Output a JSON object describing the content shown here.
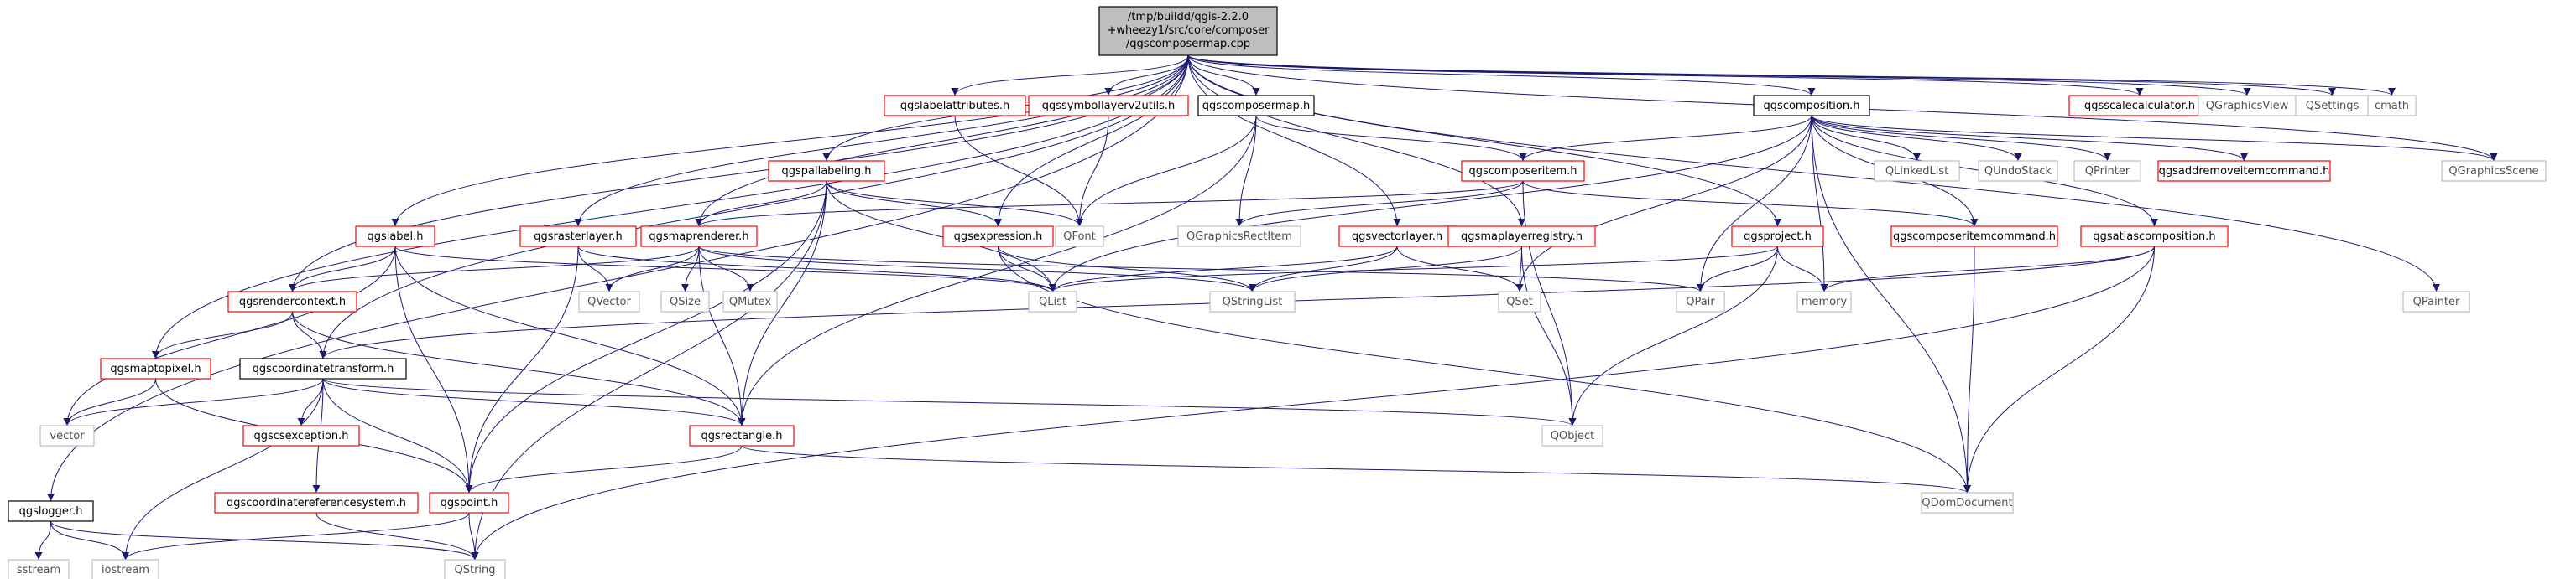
{
  "nodes": [
    {
      "id": "root",
      "lines": [
        "/tmp/buildd/qgis-2.2.0",
        "+wheezy1/src/core/composer",
        "/qgscomposermap.cpp"
      ],
      "kind": "root"
    },
    {
      "id": "qgslabelattributes",
      "lines": [
        "qgslabelattributes.h"
      ],
      "kind": "red"
    },
    {
      "id": "qgssymbollayerv2utils",
      "lines": [
        "qgssymbollayerv2utils.h"
      ],
      "kind": "red"
    },
    {
      "id": "qgscomposermap",
      "lines": [
        "qgscomposermap.h"
      ],
      "kind": "black"
    },
    {
      "id": "qgscomposition",
      "lines": [
        "qgscomposition.h"
      ],
      "kind": "black"
    },
    {
      "id": "qgsscalecalculator",
      "lines": [
        "qgsscalecalculator.h"
      ],
      "kind": "red"
    },
    {
      "id": "QGraphicsView",
      "lines": [
        "QGraphicsView"
      ],
      "kind": "gray"
    },
    {
      "id": "QSettings",
      "lines": [
        "QSettings"
      ],
      "kind": "gray"
    },
    {
      "id": "cmath",
      "lines": [
        "cmath"
      ],
      "kind": "gray"
    },
    {
      "id": "qgspallabeling",
      "lines": [
        "qgspallabeling.h"
      ],
      "kind": "red"
    },
    {
      "id": "qgscomposeritem",
      "lines": [
        "qgscomposeritem.h"
      ],
      "kind": "red"
    },
    {
      "id": "QLinkedList",
      "lines": [
        "QLinkedList"
      ],
      "kind": "gray"
    },
    {
      "id": "QUndoStack",
      "lines": [
        "QUndoStack"
      ],
      "kind": "gray"
    },
    {
      "id": "QPrinter",
      "lines": [
        "QPrinter"
      ],
      "kind": "gray"
    },
    {
      "id": "qgsaddremoveitemcommand",
      "lines": [
        "qgsaddremoveitemcommand.h"
      ],
      "kind": "red"
    },
    {
      "id": "QGraphicsScene",
      "lines": [
        "QGraphicsScene"
      ],
      "kind": "gray"
    },
    {
      "id": "qgslabel",
      "lines": [
        "qgslabel.h"
      ],
      "kind": "red"
    },
    {
      "id": "qgsrasterlayer",
      "lines": [
        "qgsrasterlayer.h"
      ],
      "kind": "red"
    },
    {
      "id": "qgsmaprenderer",
      "lines": [
        "qgsmaprenderer.h"
      ],
      "kind": "red"
    },
    {
      "id": "qgsexpression",
      "lines": [
        "qgsexpression.h"
      ],
      "kind": "red"
    },
    {
      "id": "QFont",
      "lines": [
        "QFont"
      ],
      "kind": "gray"
    },
    {
      "id": "QGraphicsRectItem",
      "lines": [
        "QGraphicsRectItem"
      ],
      "kind": "gray"
    },
    {
      "id": "qgsvectorlayer",
      "lines": [
        "qgsvectorlayer.h"
      ],
      "kind": "red"
    },
    {
      "id": "qgsmaplayerregistry",
      "lines": [
        "qgsmaplayerregistry.h"
      ],
      "kind": "red"
    },
    {
      "id": "qgsproject",
      "lines": [
        "qgsproject.h"
      ],
      "kind": "red"
    },
    {
      "id": "qgscomposeritemcommand",
      "lines": [
        "qgscomposeritemcommand.h"
      ],
      "kind": "red"
    },
    {
      "id": "qgsatlascomposition",
      "lines": [
        "qgsatlascomposition.h"
      ],
      "kind": "red"
    },
    {
      "id": "QVector",
      "lines": [
        "QVector"
      ],
      "kind": "gray"
    },
    {
      "id": "QSize",
      "lines": [
        "QSize"
      ],
      "kind": "gray"
    },
    {
      "id": "QMutex",
      "lines": [
        "QMutex"
      ],
      "kind": "gray"
    },
    {
      "id": "QList",
      "lines": [
        "QList"
      ],
      "kind": "gray"
    },
    {
      "id": "QStringList",
      "lines": [
        "QStringList"
      ],
      "kind": "gray"
    },
    {
      "id": "QSet",
      "lines": [
        "QSet"
      ],
      "kind": "gray"
    },
    {
      "id": "QPair",
      "lines": [
        "QPair"
      ],
      "kind": "gray"
    },
    {
      "id": "memory",
      "lines": [
        "memory"
      ],
      "kind": "gray"
    },
    {
      "id": "QPainter",
      "lines": [
        "QPainter"
      ],
      "kind": "gray"
    },
    {
      "id": "qgsrendercontext",
      "lines": [
        "qgsrendercontext.h"
      ],
      "kind": "red"
    },
    {
      "id": "qgsmaptopixel",
      "lines": [
        "qgsmaptopixel.h"
      ],
      "kind": "red"
    },
    {
      "id": "qgscoordinatetransform",
      "lines": [
        "qgscoordinatetransform.h"
      ],
      "kind": "black"
    },
    {
      "id": "vector",
      "lines": [
        "vector"
      ],
      "kind": "gray"
    },
    {
      "id": "qgscsexception",
      "lines": [
        "qgscsexception.h"
      ],
      "kind": "red"
    },
    {
      "id": "qgsrectangle",
      "lines": [
        "qgsrectangle.h"
      ],
      "kind": "red"
    },
    {
      "id": "QObject",
      "lines": [
        "QObject"
      ],
      "kind": "gray"
    },
    {
      "id": "qgscoordinatereferencesystem",
      "lines": [
        "qgscoordinatereferencesystem.h"
      ],
      "kind": "red"
    },
    {
      "id": "qgspoint",
      "lines": [
        "qgspoint.h"
      ],
      "kind": "red"
    },
    {
      "id": "QDomDocument",
      "lines": [
        "QDomDocument"
      ],
      "kind": "gray"
    },
    {
      "id": "qgslogger",
      "lines": [
        "qgslogger.h"
      ],
      "kind": "black"
    },
    {
      "id": "sstream",
      "lines": [
        "sstream"
      ],
      "kind": "gray"
    },
    {
      "id": "iostream",
      "lines": [
        "iostream"
      ],
      "kind": "gray"
    },
    {
      "id": "QString",
      "lines": [
        "QString"
      ],
      "kind": "gray"
    }
  ],
  "edges": [
    [
      "root",
      "qgslabelattributes"
    ],
    [
      "root",
      "qgssymbollayerv2utils"
    ],
    [
      "root",
      "qgscomposermap"
    ],
    [
      "root",
      "qgscomposition"
    ],
    [
      "root",
      "qgsscalecalculator"
    ],
    [
      "root",
      "QGraphicsView"
    ],
    [
      "root",
      "QSettings"
    ],
    [
      "root",
      "cmath"
    ],
    [
      "root",
      "qgspallabeling"
    ],
    [
      "root",
      "qgslabel"
    ],
    [
      "root",
      "qgsrasterlayer"
    ],
    [
      "root",
      "qgsmaprenderer"
    ],
    [
      "root",
      "qgsexpression"
    ],
    [
      "root",
      "qgsvectorlayer"
    ],
    [
      "root",
      "qgsmaplayerregistry"
    ],
    [
      "root",
      "qgsproject"
    ],
    [
      "root",
      "qgsrendercontext"
    ],
    [
      "root",
      "qgsmaptopixel"
    ],
    [
      "root",
      "qgscoordinatetransform"
    ],
    [
      "root",
      "qgslogger"
    ],
    [
      "root",
      "QGraphicsScene"
    ],
    [
      "root",
      "QPainter"
    ],
    [
      "qgslabelattributes",
      "QFont"
    ],
    [
      "qgssymbollayerv2utils",
      "QFont"
    ],
    [
      "qgscomposermap",
      "qgscomposeritem"
    ],
    [
      "qgscomposermap",
      "QGraphicsRectItem"
    ],
    [
      "qgscomposermap",
      "QFont"
    ],
    [
      "qgscomposermap",
      "qgsrectangle"
    ],
    [
      "qgscomposition",
      "qgscomposeritem"
    ],
    [
      "qgscomposition",
      "QLinkedList"
    ],
    [
      "qgscomposition",
      "QUndoStack"
    ],
    [
      "qgscomposition",
      "QPrinter"
    ],
    [
      "qgscomposition",
      "qgsaddremoveitemcommand"
    ],
    [
      "qgscomposition",
      "QGraphicsScene"
    ],
    [
      "qgscomposition",
      "qgscomposeritemcommand"
    ],
    [
      "qgscomposition",
      "qgsatlascomposition"
    ],
    [
      "qgscomposition",
      "QList"
    ],
    [
      "qgscomposition",
      "QSet"
    ],
    [
      "qgscomposition",
      "QPair"
    ],
    [
      "qgscomposition",
      "memory"
    ],
    [
      "qgscomposition",
      "QDomDocument"
    ],
    [
      "qgspallabeling",
      "qgsmaprenderer"
    ],
    [
      "qgspallabeling",
      "qgsexpression"
    ],
    [
      "qgspallabeling",
      "QFont"
    ],
    [
      "qgspallabeling",
      "QList"
    ],
    [
      "qgspallabeling",
      "qgspoint"
    ],
    [
      "qgspallabeling",
      "qgsrectangle"
    ],
    [
      "qgspallabeling",
      "QString"
    ],
    [
      "qgscomposeritem",
      "qgsmaprenderer"
    ],
    [
      "qgscomposeritem",
      "QGraphicsRectItem"
    ],
    [
      "qgscomposeritem",
      "qgscomposeritemcommand"
    ],
    [
      "qgscomposeritem",
      "QObject"
    ],
    [
      "qgslabel",
      "qgsrendercontext"
    ],
    [
      "qgslabel",
      "QList"
    ],
    [
      "qgslabel",
      "vector"
    ],
    [
      "qgslabel",
      "qgspoint"
    ],
    [
      "qgslabel",
      "qgsrectangle"
    ],
    [
      "qgsrasterlayer",
      "QVector"
    ],
    [
      "qgsrasterlayer",
      "QList"
    ],
    [
      "qgsrasterlayer",
      "qgspoint"
    ],
    [
      "qgsmaprenderer",
      "qgsrendercontext"
    ],
    [
      "qgsmaprenderer",
      "QVector"
    ],
    [
      "qgsmaprenderer",
      "QSize"
    ],
    [
      "qgsmaprenderer",
      "QMutex"
    ],
    [
      "qgsmaprenderer",
      "QStringList"
    ],
    [
      "qgsmaprenderer",
      "qgsrectangle"
    ],
    [
      "qgsmaprenderer",
      "QPair"
    ],
    [
      "qgsexpression",
      "QList"
    ],
    [
      "qgsexpression",
      "QStringList"
    ],
    [
      "qgsexpression",
      "QDomDocument"
    ],
    [
      "qgsvectorlayer",
      "QList"
    ],
    [
      "qgsvectorlayer",
      "QSet"
    ],
    [
      "qgsvectorlayer",
      "QStringList"
    ],
    [
      "qgsmaplayerregistry",
      "QStringList"
    ],
    [
      "qgsmaplayerregistry",
      "QSet"
    ],
    [
      "qgsmaplayerregistry",
      "QObject"
    ],
    [
      "qgsproject",
      "QList"
    ],
    [
      "qgsproject",
      "QPair"
    ],
    [
      "qgsproject",
      "memory"
    ],
    [
      "qgsproject",
      "QObject"
    ],
    [
      "qgscomposeritemcommand",
      "QDomDocument"
    ],
    [
      "qgsatlascomposition",
      "memory"
    ],
    [
      "qgsatlascomposition",
      "QDomDocument"
    ],
    [
      "qgsatlascomposition",
      "QString"
    ],
    [
      "qgsatlascomposition",
      "qgscoordinatetransform"
    ],
    [
      "qgsrendercontext",
      "qgsmaptopixel"
    ],
    [
      "qgsrendercontext",
      "qgscoordinatetransform"
    ],
    [
      "qgsrendercontext",
      "qgsrectangle"
    ],
    [
      "qgsmaptopixel",
      "vector"
    ],
    [
      "qgsmaptopixel",
      "qgspoint"
    ],
    [
      "qgscoordinatetransform",
      "vector"
    ],
    [
      "qgscoordinatetransform",
      "qgscsexception"
    ],
    [
      "qgscoordinatetransform",
      "qgsrectangle"
    ],
    [
      "qgscoordinatetransform",
      "QObject"
    ],
    [
      "qgscoordinatetransform",
      "qgscoordinatereferencesystem"
    ],
    [
      "qgscoordinatetransform",
      "qgspoint"
    ],
    [
      "qgscoordinatetransform",
      "iostream"
    ],
    [
      "qgsrectangle",
      "qgspoint"
    ],
    [
      "qgsrectangle",
      "QDomDocument"
    ],
    [
      "qgscoordinatereferencesystem",
      "QString"
    ],
    [
      "qgspoint",
      "iostream"
    ],
    [
      "qgspoint",
      "QString"
    ],
    [
      "qgslogger",
      "sstream"
    ],
    [
      "qgslogger",
      "iostream"
    ],
    [
      "qgslogger",
      "QString"
    ]
  ],
  "colors": {
    "edge": "#191970",
    "red_border": "#ff0000",
    "gray_border": "#bfbfbf",
    "black_border": "#000000",
    "root_fill": "#bfbfbf",
    "gray_text": "#505050"
  }
}
